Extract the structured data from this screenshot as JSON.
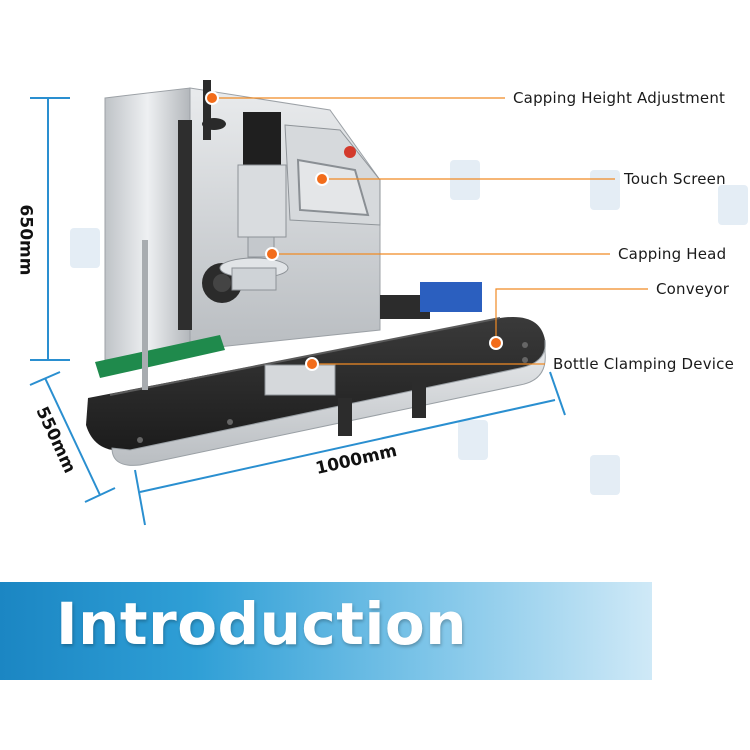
{
  "callouts": [
    "Capping Height Adjustment",
    "Touch Screen",
    "Capping Head",
    "Conveyor",
    "Bottle Clamping Device"
  ],
  "dimensions": {
    "height": "650mm",
    "depth": "550mm",
    "width": "1000mm"
  },
  "banner": {
    "title": "Introduction"
  },
  "colors": {
    "callout_line": "#f08a24",
    "callout_dot": "#f26c1a",
    "dimension_line": "#2a8fd0",
    "banner_start": "#1b86c3",
    "banner_end": "#cfe9f7"
  }
}
